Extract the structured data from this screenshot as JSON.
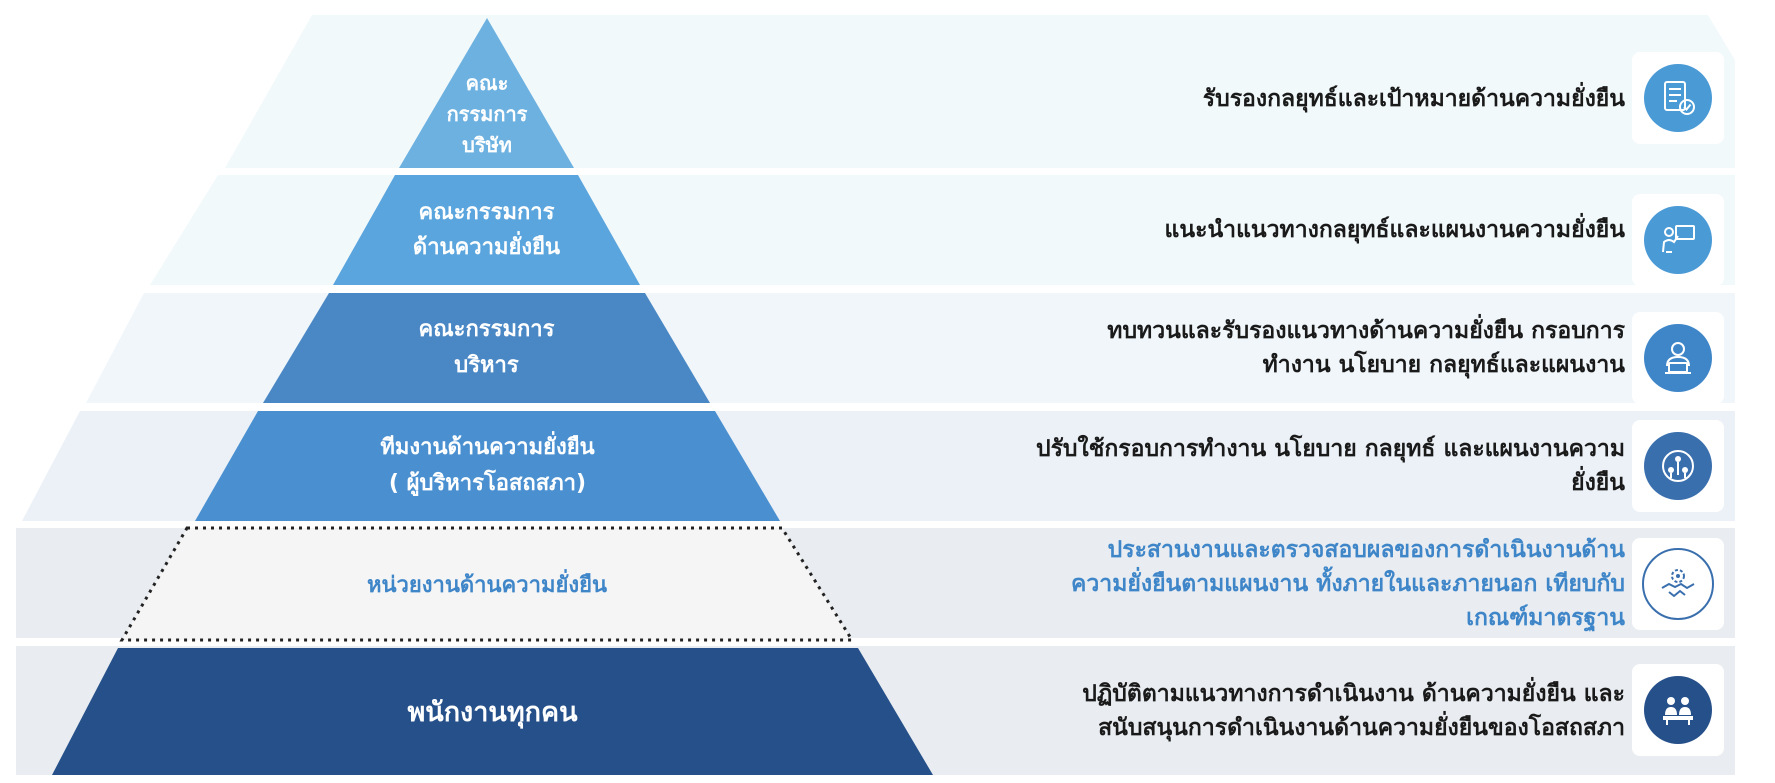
{
  "levels": [
    {
      "id": "board",
      "label_lines": [
        "คณะ",
        "กรรมการ",
        "บริษัท"
      ],
      "description_lines": [
        "รับรองกลยุทธ์และเป้าหมายด้านความยั่งยืน"
      ],
      "icon": "document-approval-icon",
      "tier_color": "#6db1e0",
      "band_color": "#f2f9fb",
      "icon_bg": "#4a9ad6"
    },
    {
      "id": "sustainability-committee",
      "label_lines": [
        "คณะกรรมการ",
        "ด้านความยั่งยืน"
      ],
      "description_lines": [
        "แนะนำแนวทางกลยุทธ์และแผนงานความยั่งยืน"
      ],
      "icon": "presenter-board-icon",
      "tier_color": "#5aa5dd",
      "band_color": "#f2f9fb",
      "icon_bg": "#4a9ad6"
    },
    {
      "id": "executive-committee",
      "label_lines": [
        "คณะกรรมการ",
        "บริหาร"
      ],
      "description_lines": [
        "ทบทวนและรับรองแนวทางด้านความยั่งยืน กรอบการ",
        "ทำงาน นโยบาย กลยุทธ์และแผนงาน"
      ],
      "icon": "executive-computer-icon",
      "tier_color": "#4a88c5",
      "band_color": "#f0f6fa",
      "icon_bg": "#3f86c9"
    },
    {
      "id": "sustainability-team",
      "label_lines": [
        "ทีมงานด้านความยั่งยืน",
        "( ผู้บริหารโอสถสภา)"
      ],
      "description_lines": [
        "ปรับใช้กรอบการทำงาน นโยบาย กลยุทธ์ และแผนงานความ",
        "ยั่งยืน"
      ],
      "icon": "team-network-icon",
      "tier_color": "#4a90d1",
      "band_color": "#ebf1f7",
      "icon_bg": "#3a6fae"
    },
    {
      "id": "sustainability-unit",
      "label_lines": [
        "หน่วยงานด้านความยั่งยืน"
      ],
      "description_lines": [
        "ประสานงานและตรวจสอบผลของการดำเนินงานด้าน",
        "ความยั่งยืนตามแผนงาน ทั้งภายในและภายนอก เทียบกับ",
        "เกณฑ์มาตรฐาน"
      ],
      "icon": "handshake-gear-icon",
      "tier_color": "#f5f5f5",
      "band_color": "#e9edf1",
      "icon_bg": "#ffffff"
    },
    {
      "id": "all-employees",
      "label_lines": [
        "พนักงานทุกคน"
      ],
      "description_lines": [
        "ปฏิบัติตามแนวทางการดำเนินงาน ด้านความยั่งยืน และ",
        "สนับสนุนการดำเนินงานด้านความยั่งยืนของโอสถสภา"
      ],
      "icon": "employees-working-icon",
      "tier_color": "#26508a",
      "band_color": "#e9edf1",
      "icon_bg": "#26508a"
    }
  ]
}
